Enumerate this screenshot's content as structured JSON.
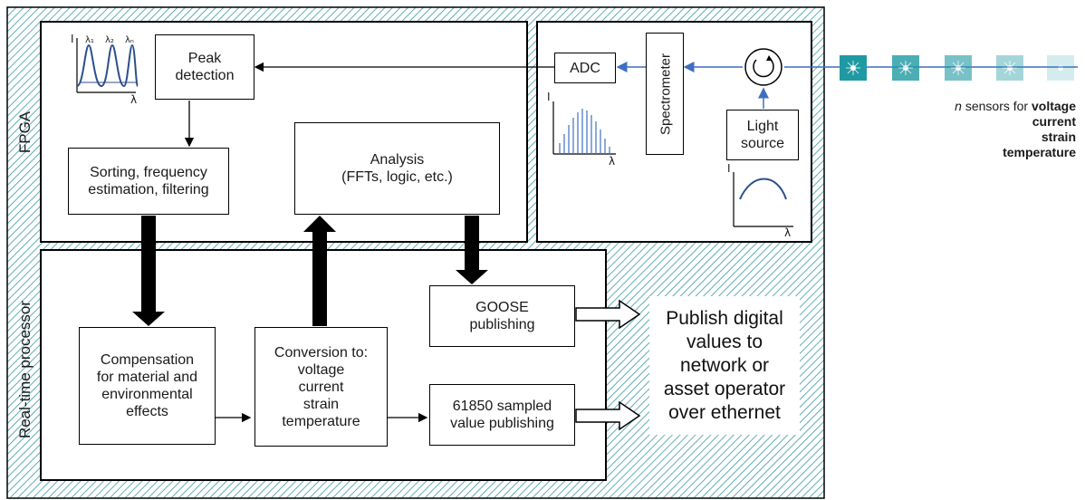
{
  "labels": {
    "fpga": "FPGA",
    "rtp": "Real-time processor"
  },
  "blocks": {
    "peak": "Peak\ndetection",
    "sorting": "Sorting, frequency\nestimation, filtering",
    "analysis": "Analysis\n(FFTs, logic, etc.)",
    "adc": "ADC",
    "spectrometer": "Spectrometer",
    "light": "Light\nsource",
    "compensation": "Compensation\nfor material and\nenvironmental\neffects",
    "conversion": "Conversion to:\nvoltage\ncurrent\nstrain\ntemperature",
    "goose": "GOOSE\npublishing",
    "sv": "61850 sampled\nvalue publishing"
  },
  "publish": "Publish digital\nvalues to\nnetwork or\nasset operator\nover ethernet",
  "sensors": {
    "prefix_italic": "n",
    "prefix": " sensors for ",
    "line1": "voltage",
    "line2": "current",
    "line3": "strain",
    "line4": "temperature"
  },
  "plot_labels": {
    "intensity": "I",
    "wavelength": "λ",
    "l1": "λ₁",
    "l2": "λ₂",
    "ln": "λₙ"
  },
  "colors": {
    "hatch": "#3a9aa0",
    "sensor": "#1f9aa3",
    "optical": "#3d6fc0",
    "curve": "#2c4f8c"
  }
}
